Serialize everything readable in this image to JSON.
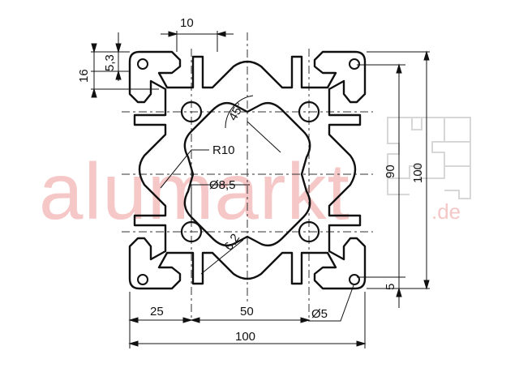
{
  "drawing": {
    "watermark": {
      "main": "alumarkt",
      "suffix": ".de"
    },
    "dimensions": {
      "slot_width": "10",
      "top_offset": "5,3",
      "slot_depth": "16",
      "corner_angle": "45°",
      "core_radius": "R10",
      "center_bore": "Ø8,5",
      "web_thickness": "6,2",
      "edge_to_bore": "25",
      "bore_spacing": "50",
      "corner_hole": "Ø5",
      "overall_width": "100",
      "overall_height": "100",
      "inner_height": "90",
      "bottom_offset": "5"
    }
  }
}
